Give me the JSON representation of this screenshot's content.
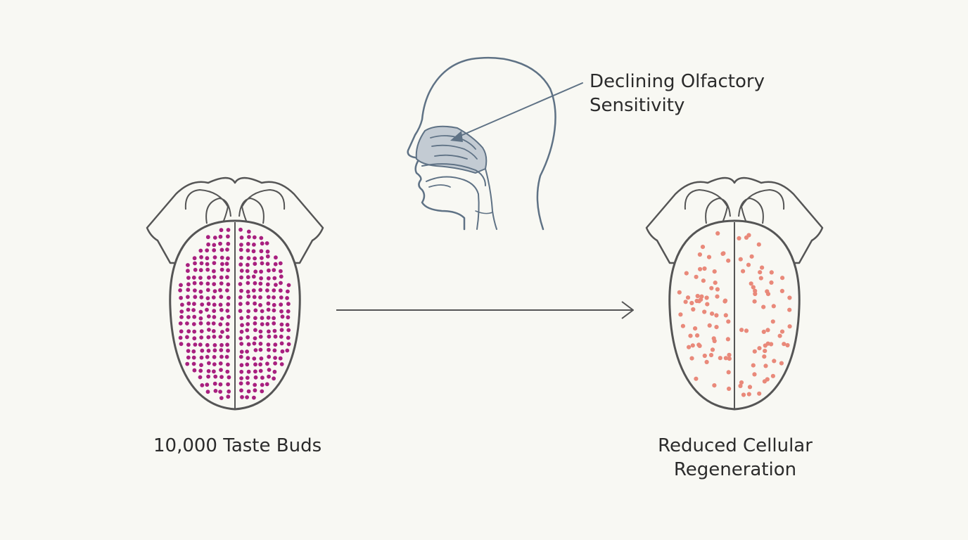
{
  "labels": {
    "left_tongue": "10,000 Taste Buds",
    "right_tongue_line1": "Reduced Cellular",
    "right_tongue_line2": "Regeneration",
    "head_line1": "Declining Olfactory",
    "head_line2": "Sensitivity"
  },
  "colors": {
    "background": "#f8f8f3",
    "outline": "#555555",
    "head_outline": "#5f7285",
    "nasal_fill": "#c3cbd3",
    "dense_dots": "#a8207f",
    "sparse_dots": "#e9897a"
  },
  "icons": [
    "tongue-healthy-icon",
    "head-profile-icon",
    "tongue-aged-icon",
    "arrow-right-icon"
  ]
}
